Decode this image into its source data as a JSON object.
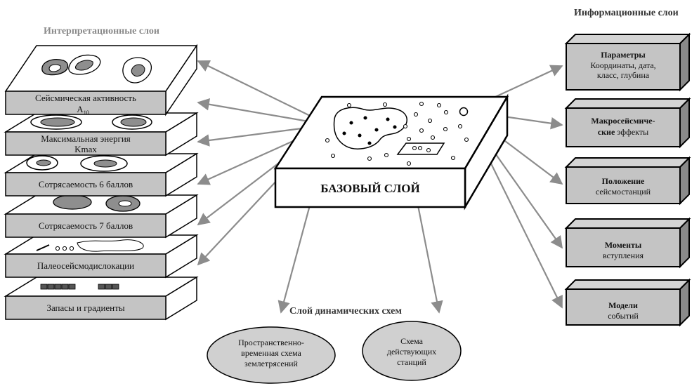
{
  "headers": {
    "interpretation": "Интерпретационные слои",
    "information": "Информационные слои",
    "dynamic": "Слой динамических схем"
  },
  "base_layer": {
    "label": "БАЗОВЫЙ СЛОЙ"
  },
  "interpretation_layers": [
    {
      "line1": "Сейсмическая активность",
      "line2": "A",
      "sub": "10"
    },
    {
      "line1": "Максимальная энергия",
      "line2": "Kmax"
    },
    {
      "line1": "Сотрясаемость 6 баллов"
    },
    {
      "line1": "Сотрясаемость 7 баллов"
    },
    {
      "line1": "Палеосейсмодислокации"
    },
    {
      "line1": "Запасы и градиенты"
    }
  ],
  "information_layers": [
    {
      "title": "Параметры",
      "rest": [
        "Координаты, дата,",
        "класс, глубина"
      ]
    },
    {
      "title": "Макросейсмиче-",
      "title2": "ские",
      "rest_inline": " эффекты"
    },
    {
      "title": "Положение",
      "rest": [
        "сейсмостанций"
      ]
    },
    {
      "title": "Моменты",
      "rest": [
        "вступления"
      ]
    },
    {
      "title": "Модели",
      "rest": [
        "событий"
      ]
    }
  ],
  "dynamic_schemes": [
    {
      "lines": [
        "Пространственно-",
        "временная схема",
        "землетрясений"
      ]
    },
    {
      "lines": [
        "Схема",
        "действующих",
        "станций"
      ]
    }
  ],
  "colors": {
    "box_fill": "#c4c4c4",
    "arrow": "#8c8c8c",
    "shade": "#8e8e8e",
    "ellipse": "#d0d0d0"
  }
}
